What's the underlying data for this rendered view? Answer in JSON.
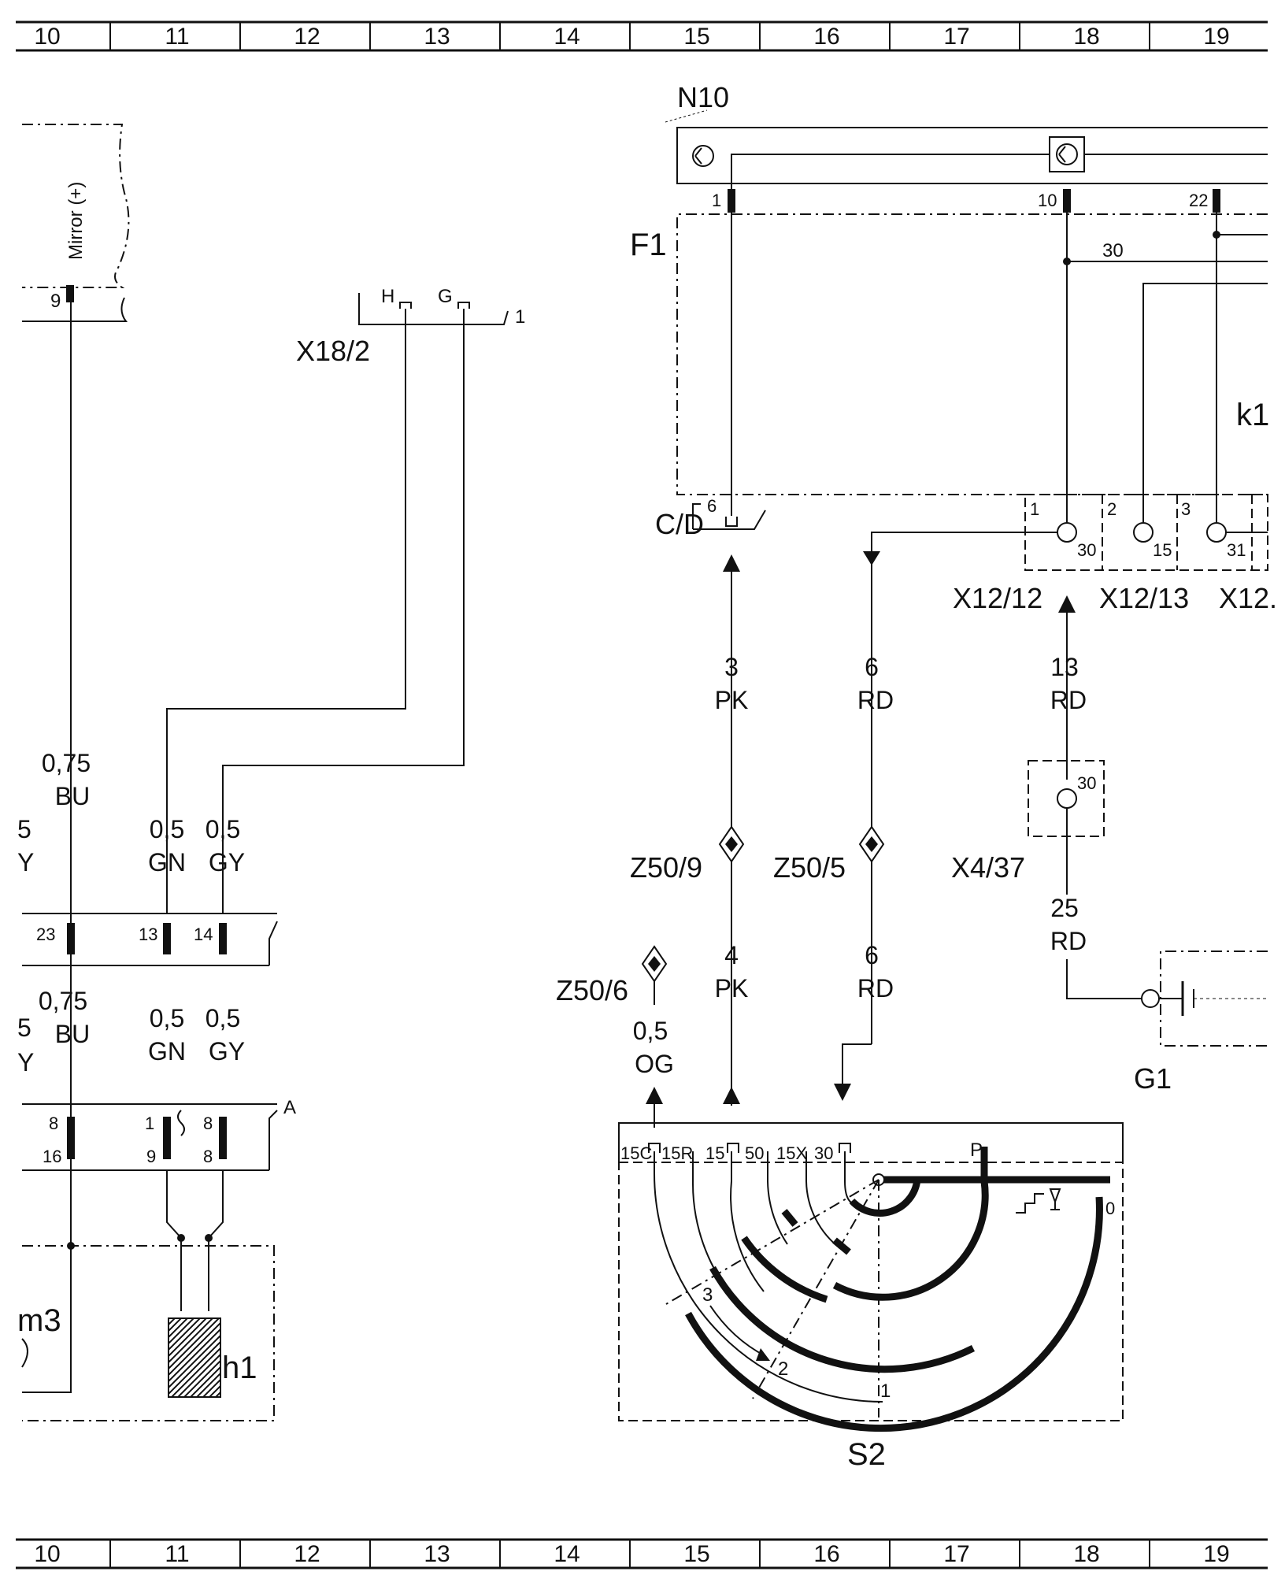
{
  "grid": {
    "columns": [
      "10",
      "11",
      "12",
      "13",
      "14",
      "15",
      "16",
      "17",
      "18",
      "19"
    ]
  },
  "components": {
    "N10": "N10",
    "F1": "F1",
    "k1_partial": "k1",
    "X18_2": "X18/2",
    "C_D": "C/D",
    "X12_12": "X12/12",
    "X12_13": "X12/13",
    "X12_partial": "X12.",
    "X4_37": "X4/37",
    "G1": "G1",
    "Z50_9": "Z50/9",
    "Z50_5": "Z50/5",
    "Z50_6": "Z50/6",
    "S2": "S2",
    "h1": "h1",
    "m3_partial": "m3",
    "mirror": "Mirror (+)"
  },
  "x18_pins": {
    "H": "H",
    "G": "G",
    "one": "1"
  },
  "n10_pins": {
    "p1": "1",
    "p10": "10",
    "p22": "22",
    "p30": "30"
  },
  "x12_pins": {
    "n1": "1",
    "n2": "2",
    "n3": "3",
    "t30": "30",
    "t15": "15",
    "t31": "31"
  },
  "x4_pin": "30",
  "cd_pin": "6",
  "mirror_pin": "9",
  "conductors": {
    "w075bu_top": {
      "size": "0,75",
      "color": "BU"
    },
    "w05gn_top": {
      "size": "0,5",
      "color": "GN"
    },
    "w05gy_top": {
      "size": "0,5",
      "color": "GY"
    },
    "w075bu_bot": {
      "size": "0,75",
      "color": "BU"
    },
    "w05gn_bot": {
      "size": "0,5",
      "color": "GN"
    },
    "w05gy_bot": {
      "size": "0,5",
      "color": "GY"
    },
    "w3pk": {
      "size": "3",
      "color": "PK"
    },
    "w6rd_top": {
      "size": "6",
      "color": "RD"
    },
    "w13rd": {
      "size": "13",
      "color": "RD"
    },
    "w25rd": {
      "size": "25",
      "color": "RD"
    },
    "w4pk": {
      "size": "4",
      "color": "PK"
    },
    "w6rd_bot": {
      "size": "6",
      "color": "RD"
    },
    "w05og": {
      "size": "0,5",
      "color": "OG"
    },
    "partial_5": "5",
    "partial_y": "Y"
  },
  "connector_row1": {
    "p23": "23",
    "p13": "13",
    "p14": "14"
  },
  "connector_row2": {
    "p8a": "8",
    "p16": "16",
    "p1": "1",
    "p9": "9",
    "p8b": "8",
    "p8c": "8",
    "letter": "A"
  },
  "s2_terminals": [
    "15C",
    "15R",
    "15",
    "50",
    "15X",
    "30",
    "P"
  ],
  "s2_positions": {
    "zero": "0",
    "one": "1",
    "two": "2",
    "three": "3"
  }
}
